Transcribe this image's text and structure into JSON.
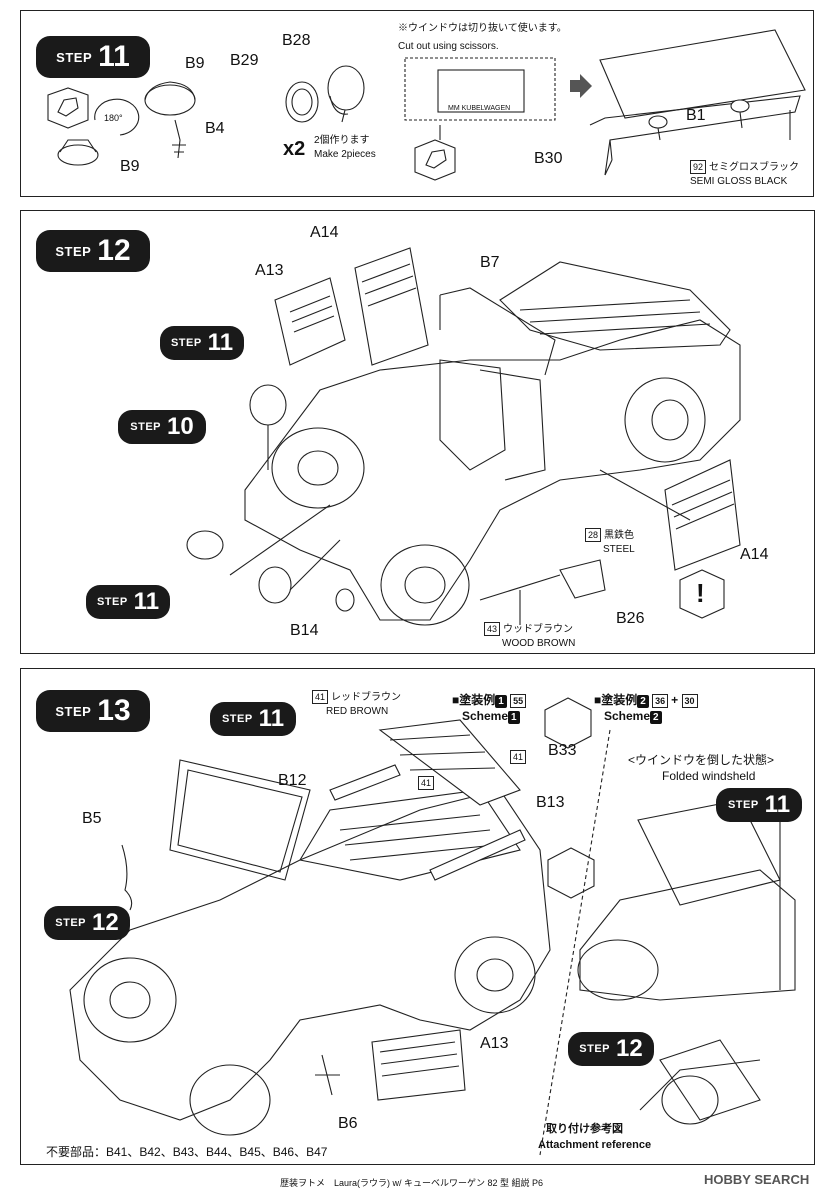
{
  "steps": {
    "s11": {
      "label": "STEP",
      "number": "11",
      "parts": [
        "B9",
        "B29",
        "B28",
        "B4",
        "B9",
        "B30",
        "B1"
      ],
      "x2": "x2",
      "make_two_jp": "2個作ります",
      "make_two_en": "Make 2pieces",
      "rotate": "180°",
      "cut_note_jp": "※ウインドウは切り抜いて使います。",
      "cut_note_en": "Cut out using scissors.",
      "window_text": "MM KUBELWAGEN",
      "paint_num": "92",
      "paint_jp": "セミグロスブラック",
      "paint_en": "SEMI GLOSS BLACK"
    },
    "s12": {
      "label": "STEP",
      "number": "12",
      "parts": [
        "A14",
        "A13",
        "B7",
        "A14",
        "B26",
        "B14"
      ],
      "sub_steps": [
        "11",
        "10",
        "11"
      ],
      "steel_num": "28",
      "steel_jp": "黒鉄色",
      "steel_en": "STEEL",
      "wood_num": "43",
      "wood_jp": "ウッドブラウン",
      "wood_en": "WOOD BROWN",
      "warning": "!"
    },
    "s13": {
      "label": "STEP",
      "number": "13",
      "parts": [
        "B12",
        "B33",
        "B13",
        "B5",
        "A13",
        "B6"
      ],
      "sub_steps": [
        "11",
        "12",
        "11",
        "12"
      ],
      "red_num": "41",
      "red_jp": "レッドブラウン",
      "red_en": "RED BROWN",
      "tag_41a": "41",
      "tag_41b": "41",
      "scheme1_jp": "■塗装例",
      "scheme1_num": "1",
      "scheme1_paint": "55",
      "scheme1_en": "Scheme",
      "scheme2_jp": "■塗装例",
      "scheme2_num": "2",
      "scheme2_paint_a": "36",
      "scheme2_plus": "+",
      "scheme2_paint_b": "30",
      "scheme2_en": "Scheme",
      "folded_jp": "<ウインドウを倒した状態>",
      "folded_en": "Folded windsheld",
      "attach_jp": "取り付け参考図",
      "attach_en": "Attachment reference",
      "unused": "不要部品：B41、B42、B43、B44、B45、B46、B47"
    }
  },
  "footer": "歴装ヲトメ　Laura(ラウラ) w/ キューベルワーゲン 82 型 組説 P6",
  "brand": "HOBBY SEARCH"
}
